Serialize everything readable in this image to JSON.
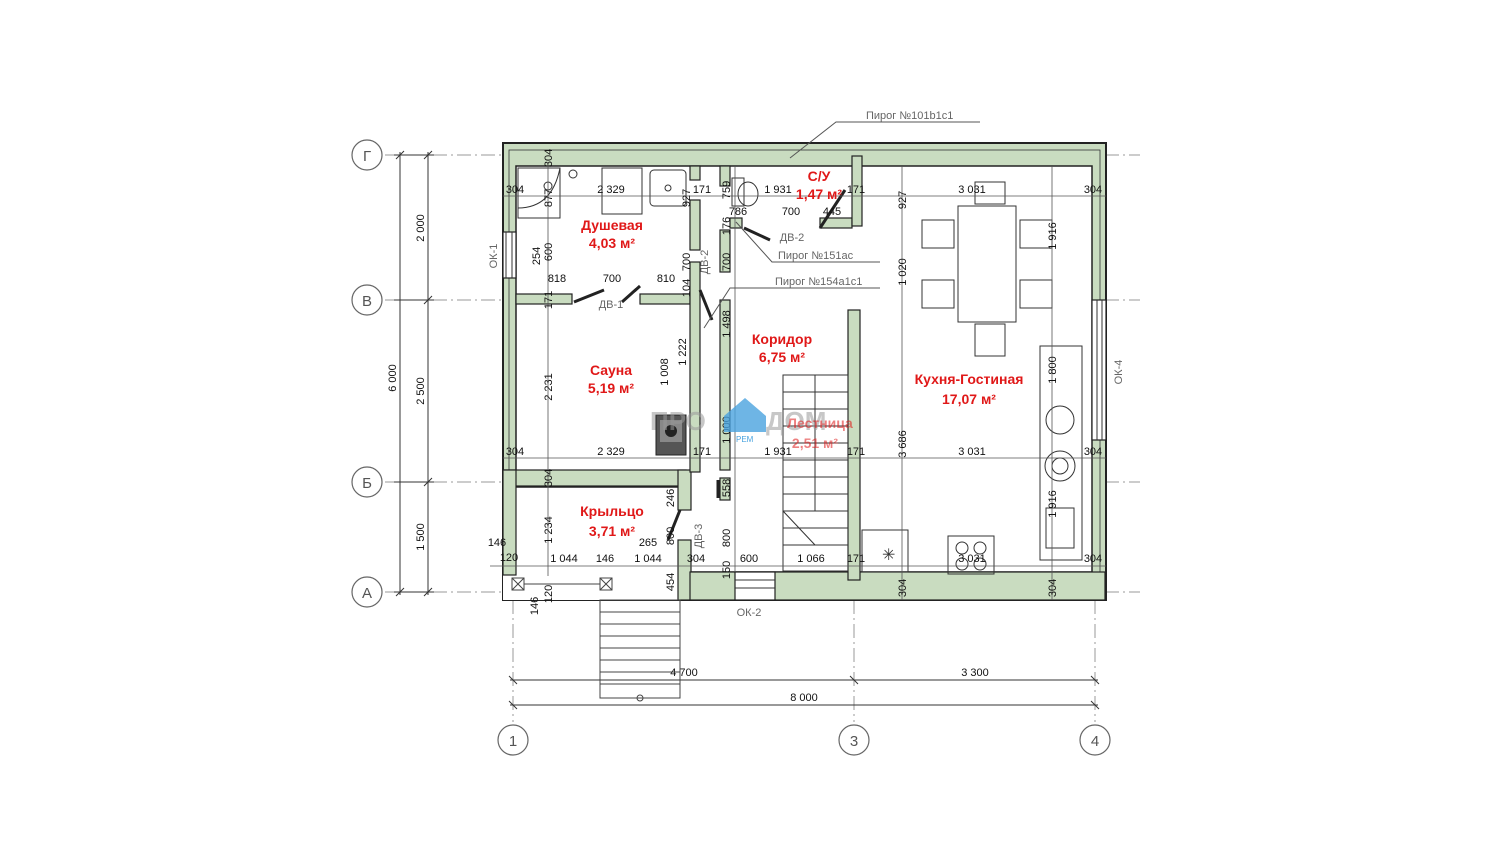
{
  "axes": {
    "rows": [
      "Г",
      "В",
      "Б",
      "А"
    ],
    "columns": [
      "1",
      "3",
      "4"
    ]
  },
  "overall_dims": {
    "left_total": "6 000",
    "left_segments": [
      "2 000",
      "2 500",
      "1 500"
    ],
    "bottom_segments": [
      "4 700",
      "3 300"
    ],
    "bottom_total": "8 000"
  },
  "rooms": [
    {
      "name": "Душевая",
      "area": "4,03 м²"
    },
    {
      "name": "С/У",
      "area": "1,47 м²"
    },
    {
      "name": "Сауна",
      "area": "5,19 м²"
    },
    {
      "name": "Коридор",
      "area": "6,75 м²"
    },
    {
      "name": "Кухня-Гостиная",
      "area": "17,07 м²"
    },
    {
      "name": "Крыльцо",
      "area": "3,71 м²"
    },
    {
      "name": "Лестница",
      "area": "2,51 м²"
    }
  ],
  "callouts": [
    "Пирог №101b1c1",
    "Пирог №151ac",
    "Пирог №154a1c1"
  ],
  "doors": [
    "ДВ-1",
    "ДВ-2",
    "ДВ-2",
    "ДВ-3"
  ],
  "windows": [
    "ОК-1",
    "ОК-2",
    "ОК-4"
  ],
  "watermark": {
    "left": "ПРО",
    "right": "ДОМ",
    "small": "РЕМ"
  },
  "dims_h": [
    "304",
    "2 329",
    "171",
    "1 931",
    "171",
    "3 031",
    "304",
    "304",
    "2 329",
    "171",
    "1 931",
    "171",
    "3 031",
    "304",
    "818",
    "700",
    "810",
    "786",
    "700",
    "445",
    "146",
    "120",
    "1 044",
    "146",
    "1 044",
    "304",
    "600",
    "1 066",
    "171",
    "3 031",
    "304",
    "265"
  ],
  "dims_v": [
    "304",
    "877",
    "927",
    "759",
    "176",
    "700",
    "927",
    "1 916",
    "600",
    "254",
    "700",
    "104",
    "171",
    "1 222",
    "1 498",
    "1 020",
    "2 231",
    "1 008",
    "1 000",
    "3 686",
    "1 800",
    "304",
    "1 234",
    "246",
    "800",
    "558",
    "800",
    "1 916",
    "454",
    "150",
    "304",
    "304",
    "146",
    "120"
  ]
}
